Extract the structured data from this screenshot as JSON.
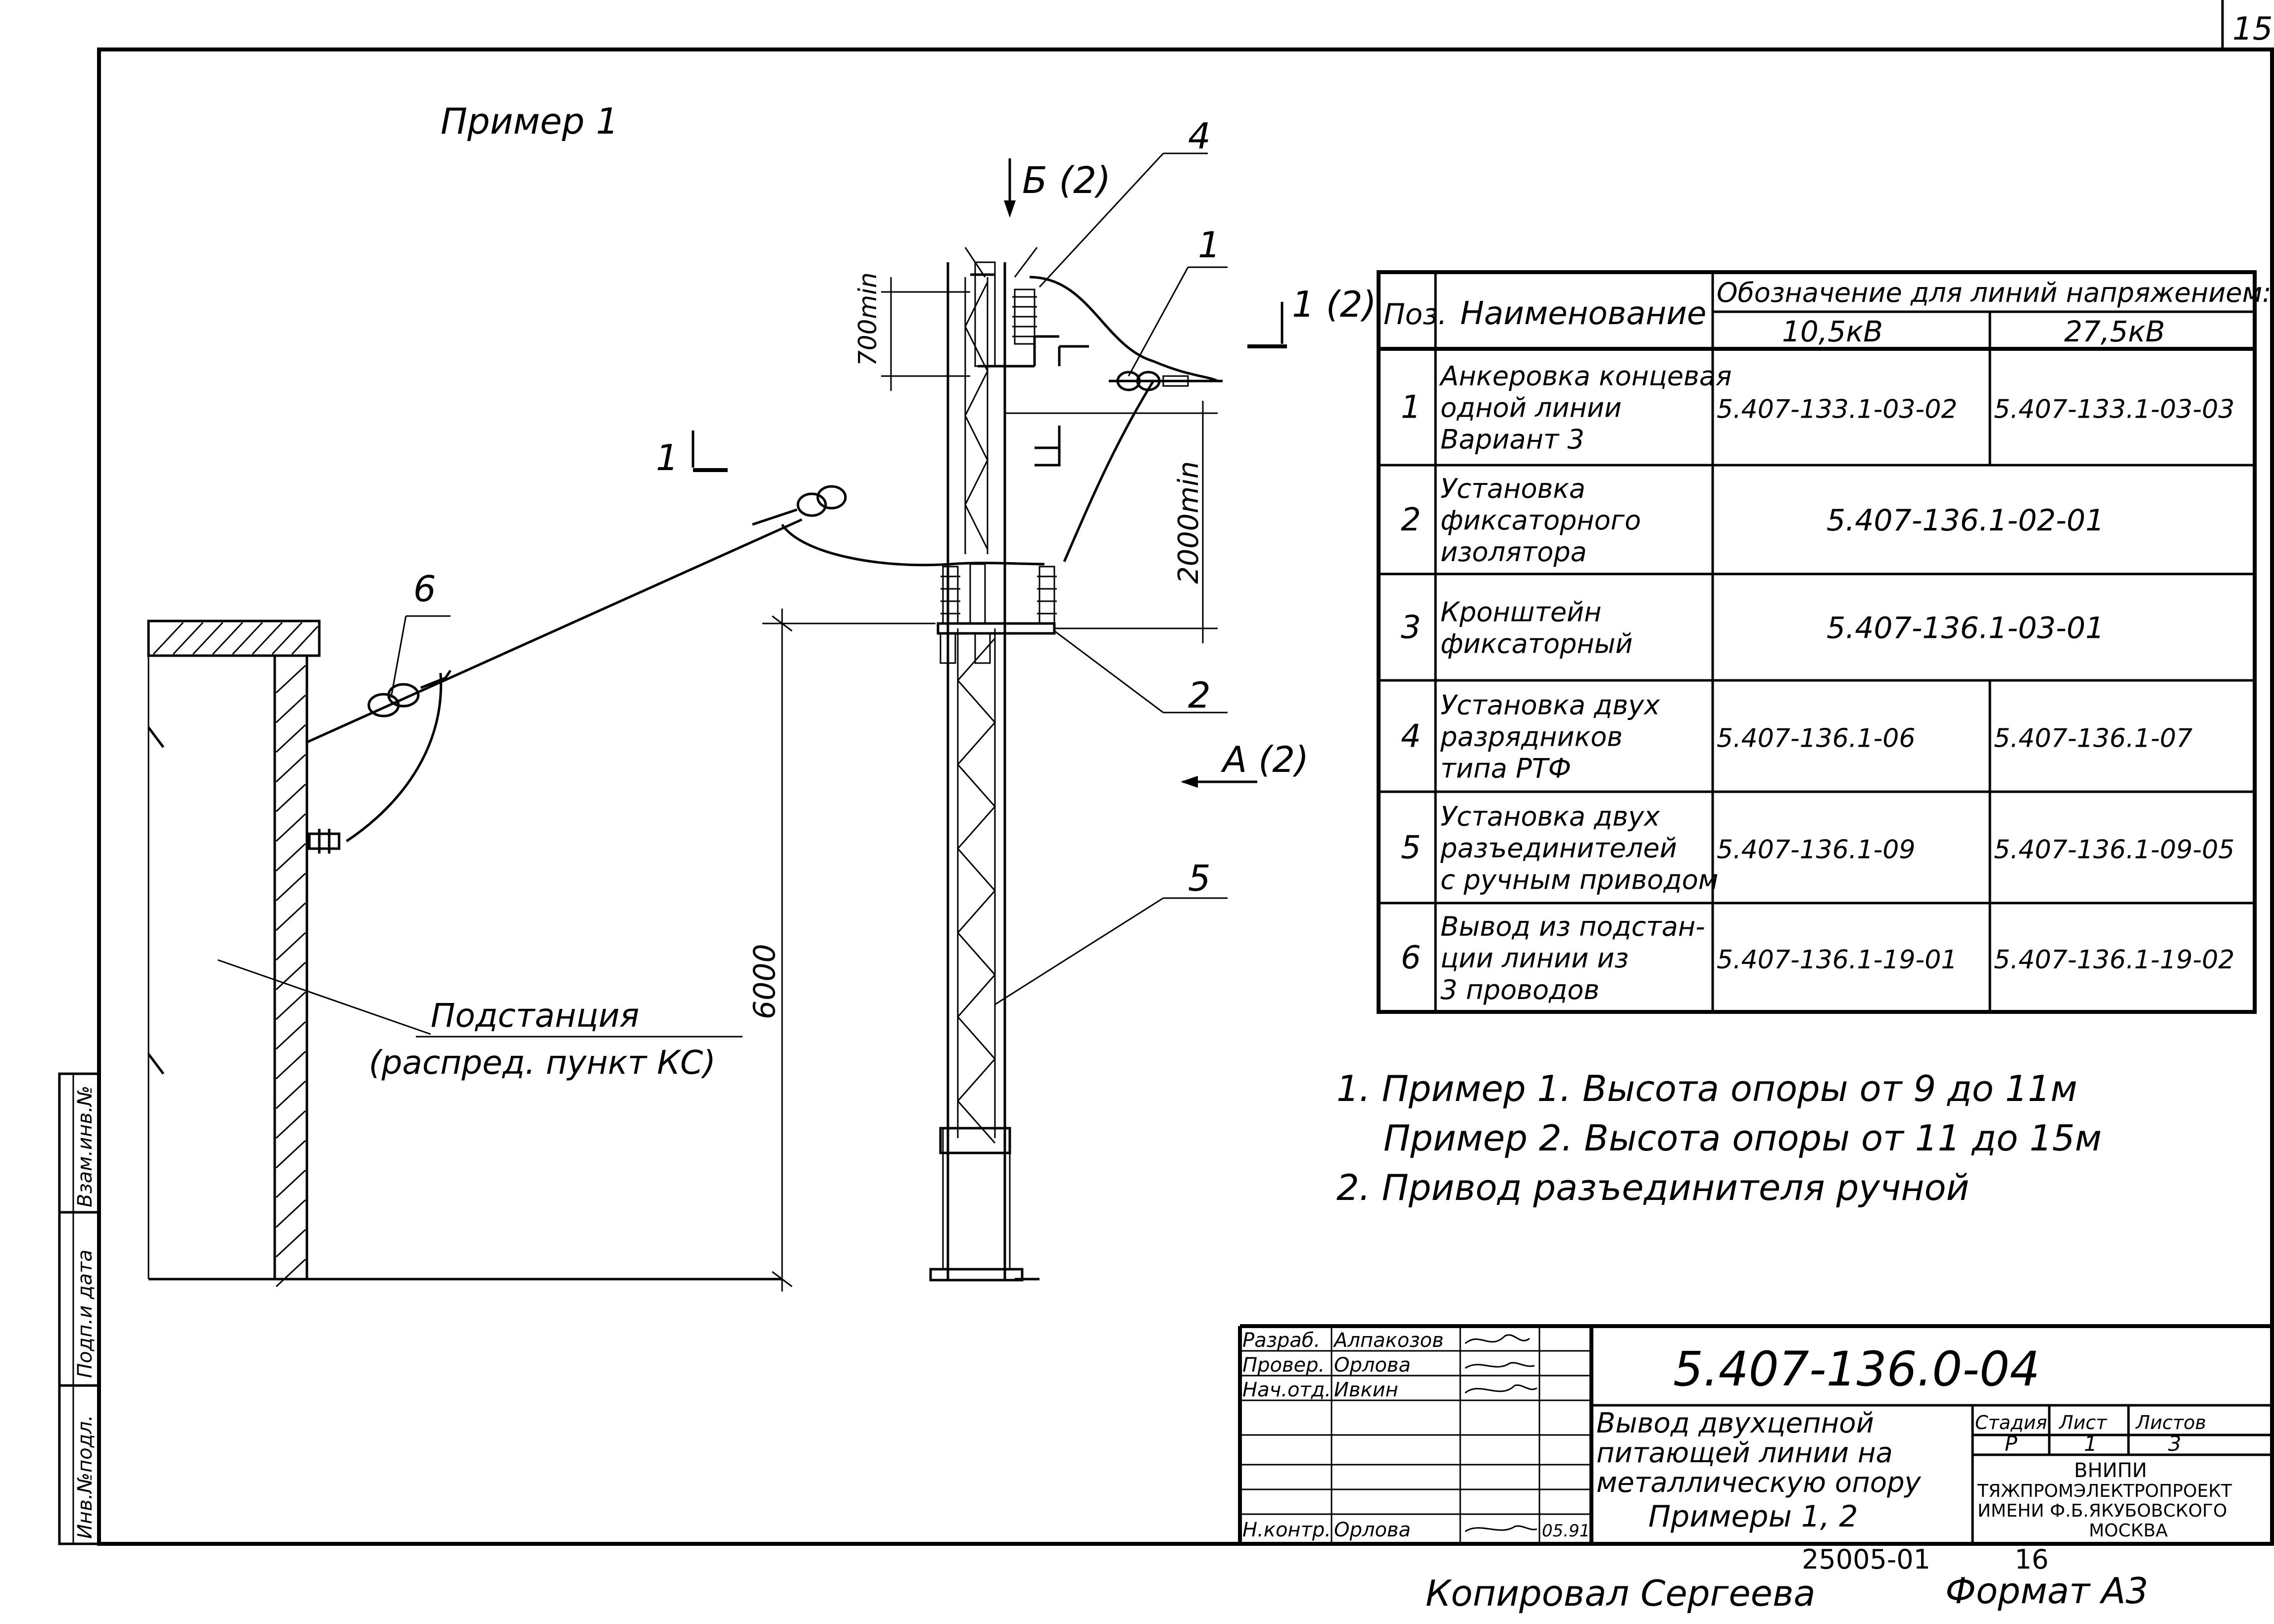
{
  "page_number": "15",
  "example_title": "Пример 1",
  "view_labels": {
    "b_view": "Б (2)",
    "a_view": "А (2)",
    "section_left": "1",
    "section_right": "1 (2)"
  },
  "callouts": [
    "4",
    "1",
    "6",
    "2",
    "5"
  ],
  "dimensions": {
    "d700": "700min",
    "d2000": "2000min",
    "d6000": "6000"
  },
  "substation_label": {
    "line1": "Подстанция",
    "line2": "(распред. пункт КС)"
  },
  "spec_table": {
    "header": {
      "pos": "Поз.",
      "name": "Наименование",
      "designation": "Обозначение для линий напряжением:",
      "col_10": "10,5кВ",
      "col_27": "27,5кВ"
    },
    "rows": [
      {
        "pos": "1",
        "name": [
          "Анкеровка концевая",
          "одной линии",
          "Вариант 3"
        ],
        "v10": "5.407-133.1-03-02",
        "v27": "5.407-133.1-03-03",
        "merged": false
      },
      {
        "pos": "2",
        "name": [
          "Установка",
          "фиксаторного",
          "изолятора"
        ],
        "v10": "5.407-136.1-02-01",
        "v27": "",
        "merged": true
      },
      {
        "pos": "3",
        "name": [
          "Кронштейн",
          "фиксаторный"
        ],
        "v10": "5.407-136.1-03-01",
        "v27": "",
        "merged": true
      },
      {
        "pos": "4",
        "name": [
          "Установка двух",
          "разрядников",
          "типа РТФ"
        ],
        "v10": "5.407-136.1-06",
        "v27": "5.407-136.1-07",
        "merged": false
      },
      {
        "pos": "5",
        "name": [
          "Установка двух",
          "разъединителей",
          "с ручным приводом"
        ],
        "v10": "5.407-136.1-09",
        "v27": "5.407-136.1-09-05",
        "merged": false
      },
      {
        "pos": "6",
        "name": [
          "Вывод из подстан-",
          "ции линии из",
          "3 проводов"
        ],
        "v10": "5.407-136.1-19-01",
        "v27": "5.407-136.1-19-02",
        "merged": false
      }
    ]
  },
  "notes": [
    "1. Пример 1. Высота опоры от 9 до 11м",
    "Пример 2. Высота опоры от 11 до 15м",
    "2. Привод разъединителя ручной"
  ],
  "side_stamp": [
    "Инв.№подл.",
    "Подп.и дата",
    "Взам.инв.№"
  ],
  "title_block": {
    "doc_number": "5.407-136.0-04",
    "roles": [
      {
        "role": "Разраб.",
        "name": "Алпакозов",
        "date": ""
      },
      {
        "role": "Провер.",
        "name": "Орлова",
        "date": ""
      },
      {
        "role": "Нач.отд.",
        "name": "Ивкин",
        "date": ""
      },
      {
        "role": "Н.контр.",
        "name": "Орлова",
        "date": "05.91"
      }
    ],
    "description": [
      "Вывод двухцепной",
      "питающей линии на",
      "металлическую опору",
      "Примеры 1, 2"
    ],
    "stage_label": "Стадия",
    "sheet_label": "Лист",
    "sheets_label": "Листов",
    "stage": "Р",
    "sheet": "1",
    "sheets": "3",
    "org": [
      "ВНИПИ",
      "ТЯЖПРОМЭЛЕКТРОПРОЕКТ",
      "ИМЕНИ Ф.Б.ЯКУБОВСКОГО",
      "МОСКВА"
    ]
  },
  "footer": {
    "copied": "Копировал Сергеева",
    "archive": "25005-01",
    "archive_page": "16",
    "format": "Формат А3"
  }
}
